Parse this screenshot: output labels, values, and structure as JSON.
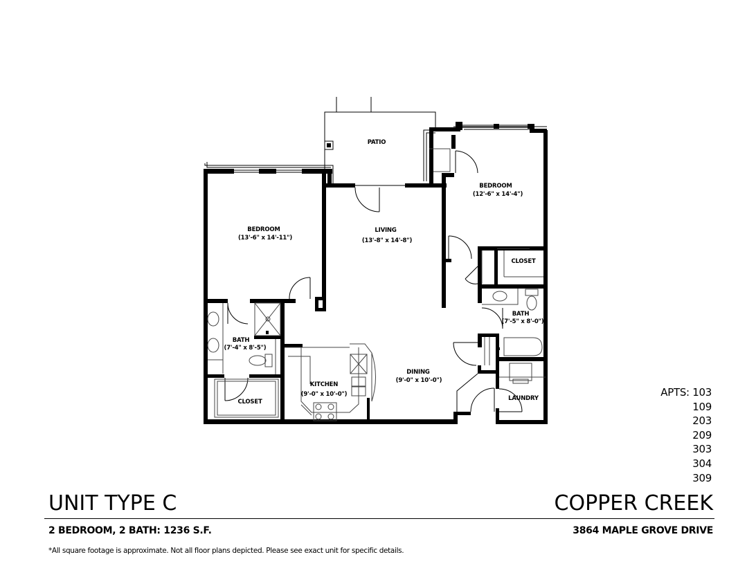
{
  "floor_plan": {
    "rooms": [
      {
        "id": "patio",
        "name": "PATIO",
        "dimensions": ""
      },
      {
        "id": "bedroom-2",
        "name": "BEDROOM",
        "dimensions": "(12'-6\" x 14'-4\")"
      },
      {
        "id": "bedroom-1",
        "name": "BEDROOM",
        "dimensions": "(13'-6\" x 14'-11\")"
      },
      {
        "id": "living",
        "name": "LIVING",
        "dimensions": "(13'-8\" x 14'-8\")"
      },
      {
        "id": "closet-2",
        "name": "CLOSET",
        "dimensions": ""
      },
      {
        "id": "bath-2",
        "name": "BATH",
        "dimensions": "(7'-5\" x 8'-0\")"
      },
      {
        "id": "bath-1",
        "name": "BATH",
        "dimensions": "(7'-4\" x 8'-5\")"
      },
      {
        "id": "kitchen",
        "name": "KITCHEN",
        "dimensions": "(9'-0\" x 10'-0\")"
      },
      {
        "id": "dining",
        "name": "DINING",
        "dimensions": "(9'-0\" x 10'-0\")"
      },
      {
        "id": "closet-1",
        "name": "CLOSET",
        "dimensions": ""
      },
      {
        "id": "laundry",
        "name": "LAUNDRY",
        "dimensions": ""
      }
    ]
  },
  "apartments": {
    "label": "APTS:",
    "numbers": [
      "103",
      "109",
      "203",
      "209",
      "303",
      "304",
      "309"
    ]
  },
  "footer": {
    "unit_title": "UNIT TYPE C",
    "property_name": "COPPER CREEK",
    "unit_summary": "2 BEDROOM, 2 BATH: 1236 S.F.",
    "address": "3864 MAPLE GROVE DRIVE",
    "disclaimer": "*All square footage is approximate. Not all floor plans depicted. Please see exact unit for specific details."
  },
  "colors": {
    "wall": "#000000",
    "fixture_line": "#555555",
    "background": "#ffffff"
  }
}
